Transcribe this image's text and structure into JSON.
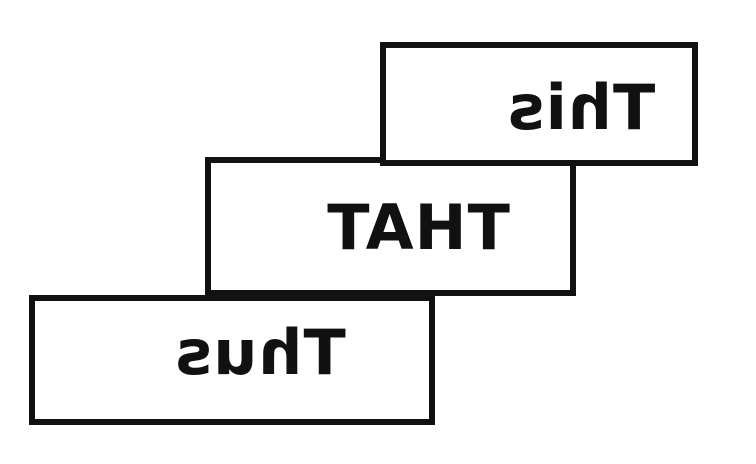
{
  "diagram": {
    "boxes": [
      {
        "id": "top",
        "label": "This",
        "mirrored": true
      },
      {
        "id": "middle",
        "label": "THAT",
        "mirrored": true
      },
      {
        "id": "bottom",
        "label": "Thus",
        "mirrored": true
      }
    ],
    "colors": {
      "border": "#111111",
      "text": "#111111",
      "background": "#ffffff"
    }
  }
}
